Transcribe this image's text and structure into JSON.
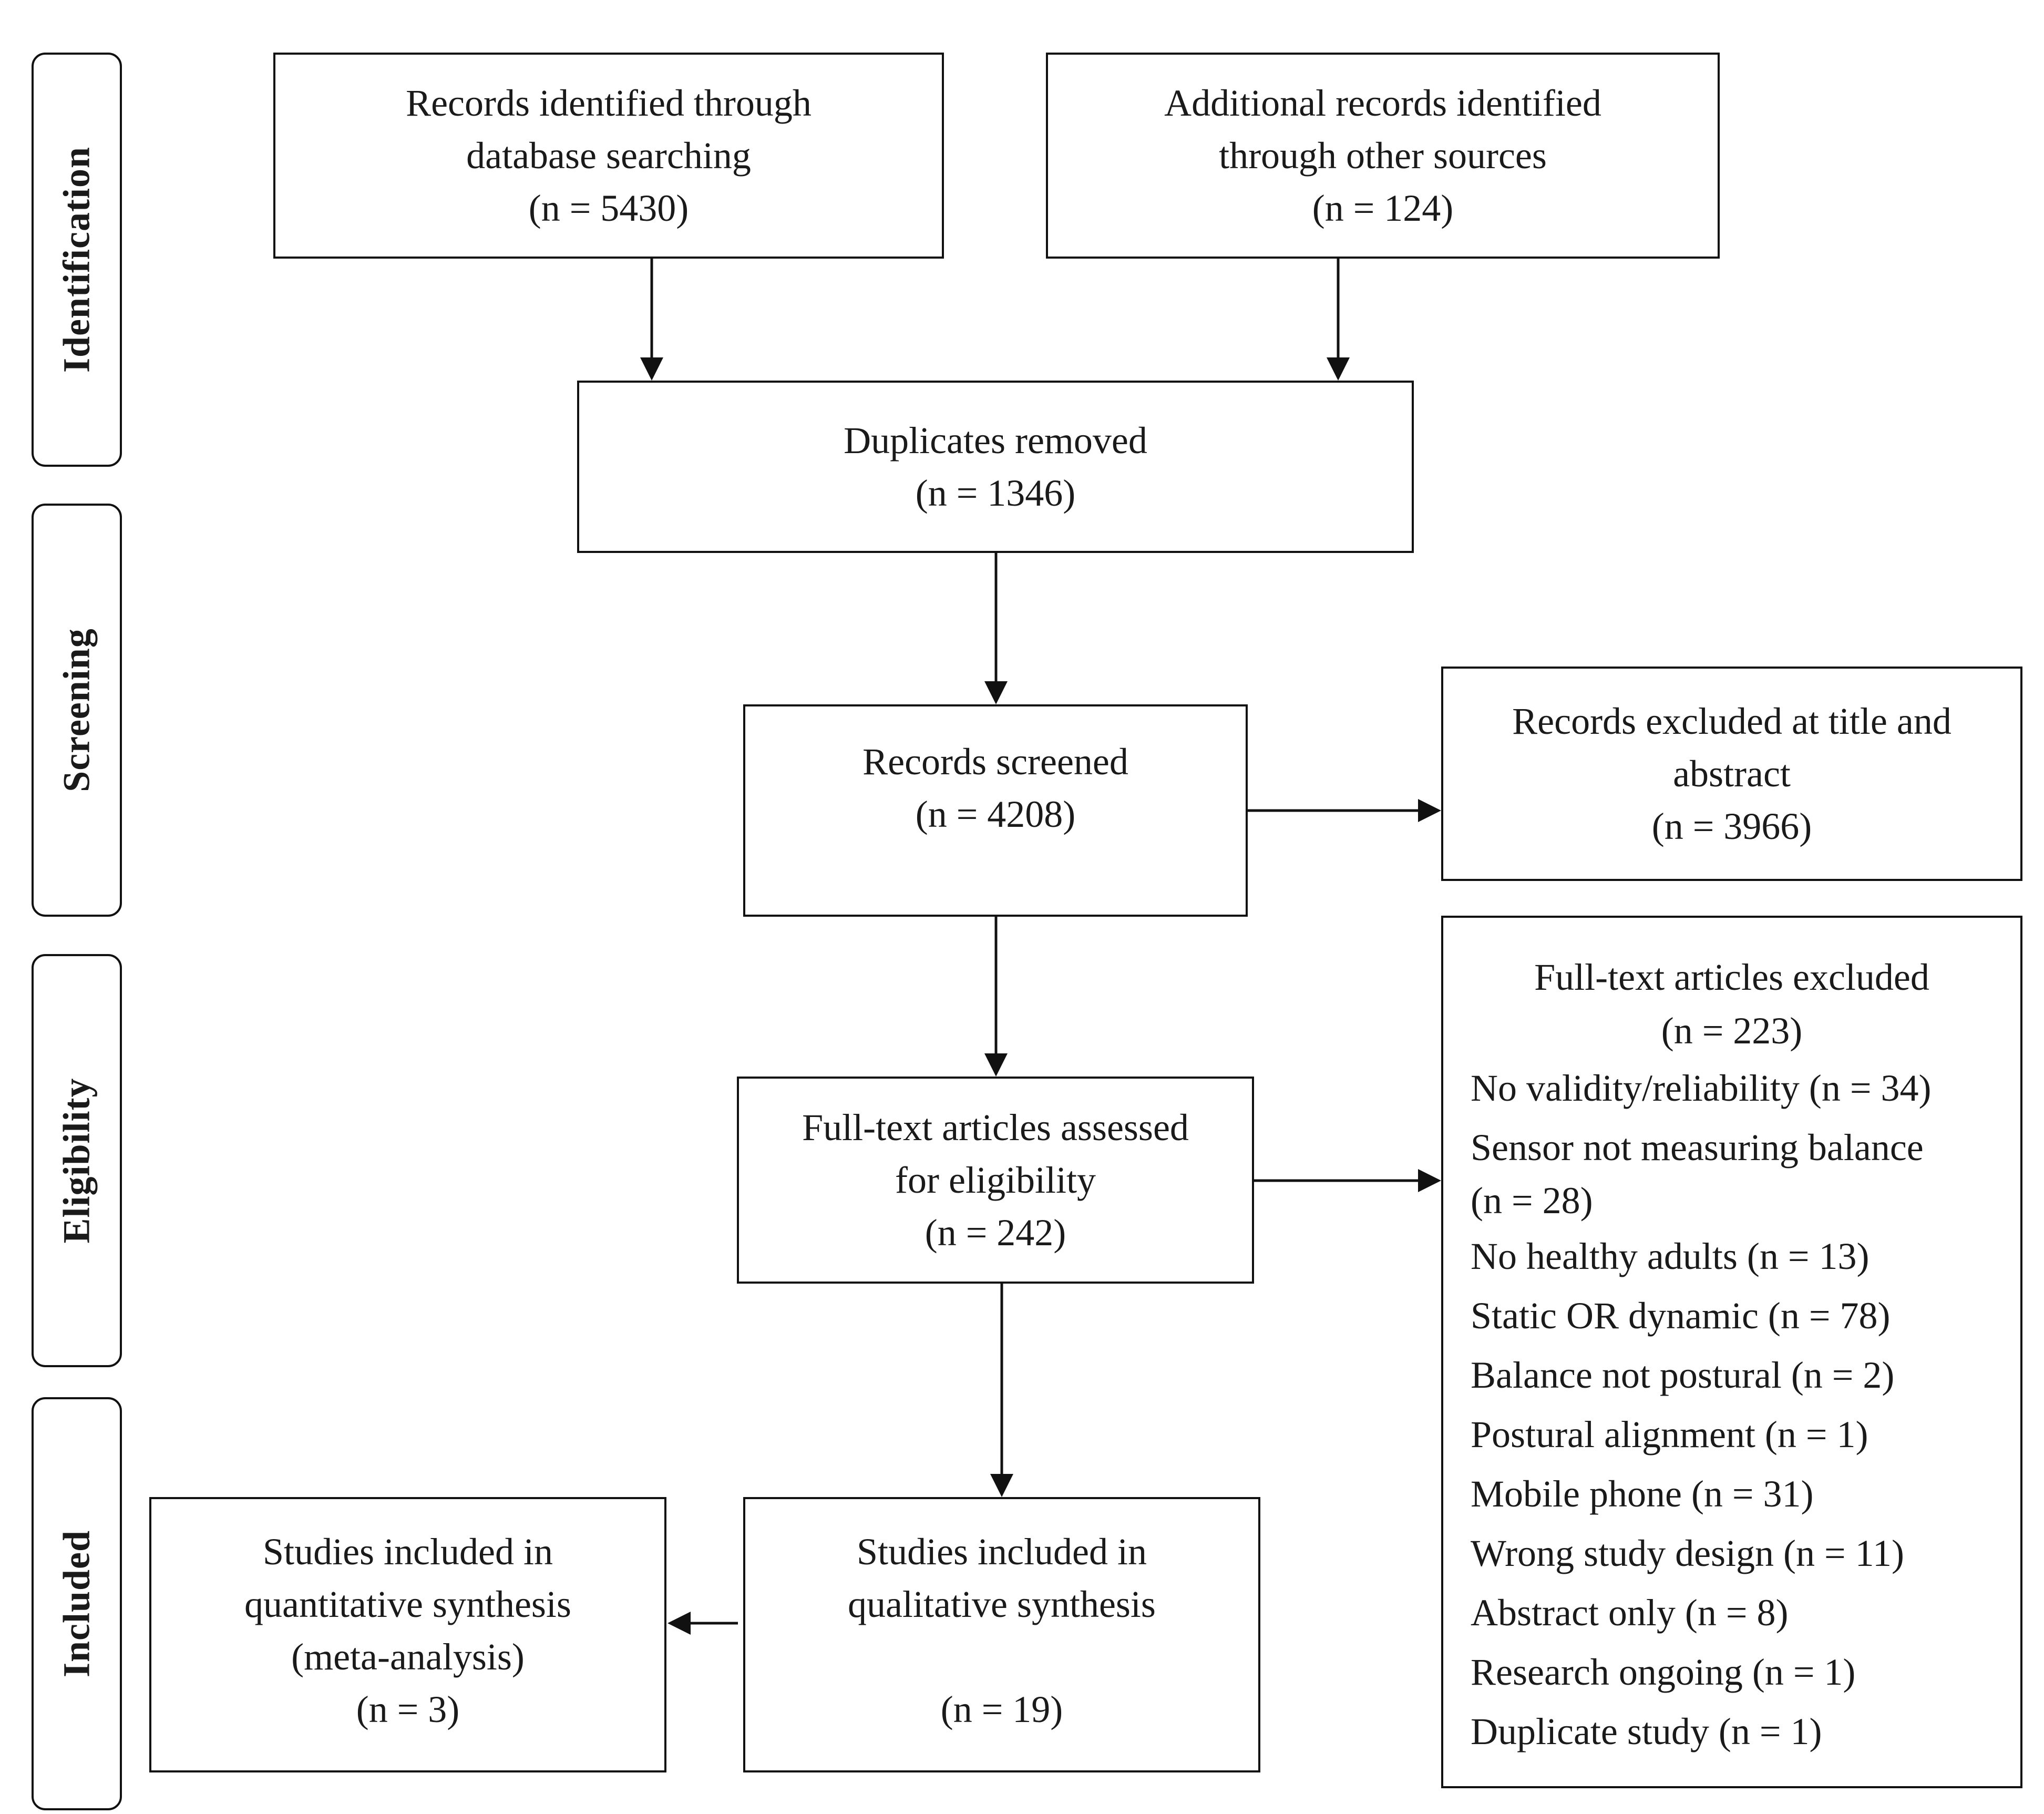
{
  "stages": {
    "identification": "Identification",
    "screening": "Screening",
    "eligibility": "Eligibility",
    "included": "Included"
  },
  "boxes": {
    "database": {
      "l1": "Records identified through",
      "l2": "database searching",
      "n": "(n = 5430)"
    },
    "other": {
      "l1": "Additional records identified",
      "l2": "through other sources",
      "n": "(n = 124)"
    },
    "duplicates": {
      "l1": "Duplicates removed",
      "n": "(n = 1346)"
    },
    "screened": {
      "l1": "Records screened",
      "n": "(n = 4208)"
    },
    "excluded_title": {
      "l1": "Records excluded at title and",
      "l2": "abstract",
      "n": "(n = 3966)"
    },
    "fulltext": {
      "l1": "Full-text articles assessed",
      "l2": "for eligibility",
      "n": "(n = 242)"
    },
    "qualitative": {
      "l1": "Studies included in",
      "l2": "qualitative synthesis",
      "n": "(n = 19)"
    },
    "quantitative": {
      "l1": "Studies included in",
      "l2": "quantitative synthesis",
      "l3": "(meta-analysis)",
      "n": "(n = 3)"
    }
  },
  "fulltext_excluded": {
    "title": "Full-text articles excluded",
    "n": "(n = 223)",
    "reasons": [
      "No validity/reliability (n = 34)",
      "Sensor not measuring balance",
      "(n = 28)",
      "No healthy adults (n = 13)",
      "Static OR dynamic (n = 78)",
      "Balance not postural (n = 2)",
      "Postural alignment (n = 1)",
      "Mobile phone (n = 31)",
      "Wrong study design (n = 11)",
      "Abstract only (n = 8)",
      "Research ongoing (n = 1)",
      "Duplicate study (n = 1)"
    ]
  }
}
